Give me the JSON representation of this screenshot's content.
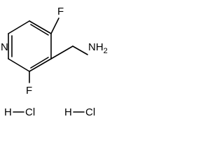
{
  "molecule": {
    "atoms": {
      "ring_n": "N",
      "f_top": "F",
      "f_bottom": "F",
      "amine": "NH",
      "amine_subscript": "2"
    },
    "salts": [
      {
        "h": "H",
        "cl": "Cl"
      },
      {
        "h": "H",
        "cl": "Cl"
      }
    ]
  }
}
